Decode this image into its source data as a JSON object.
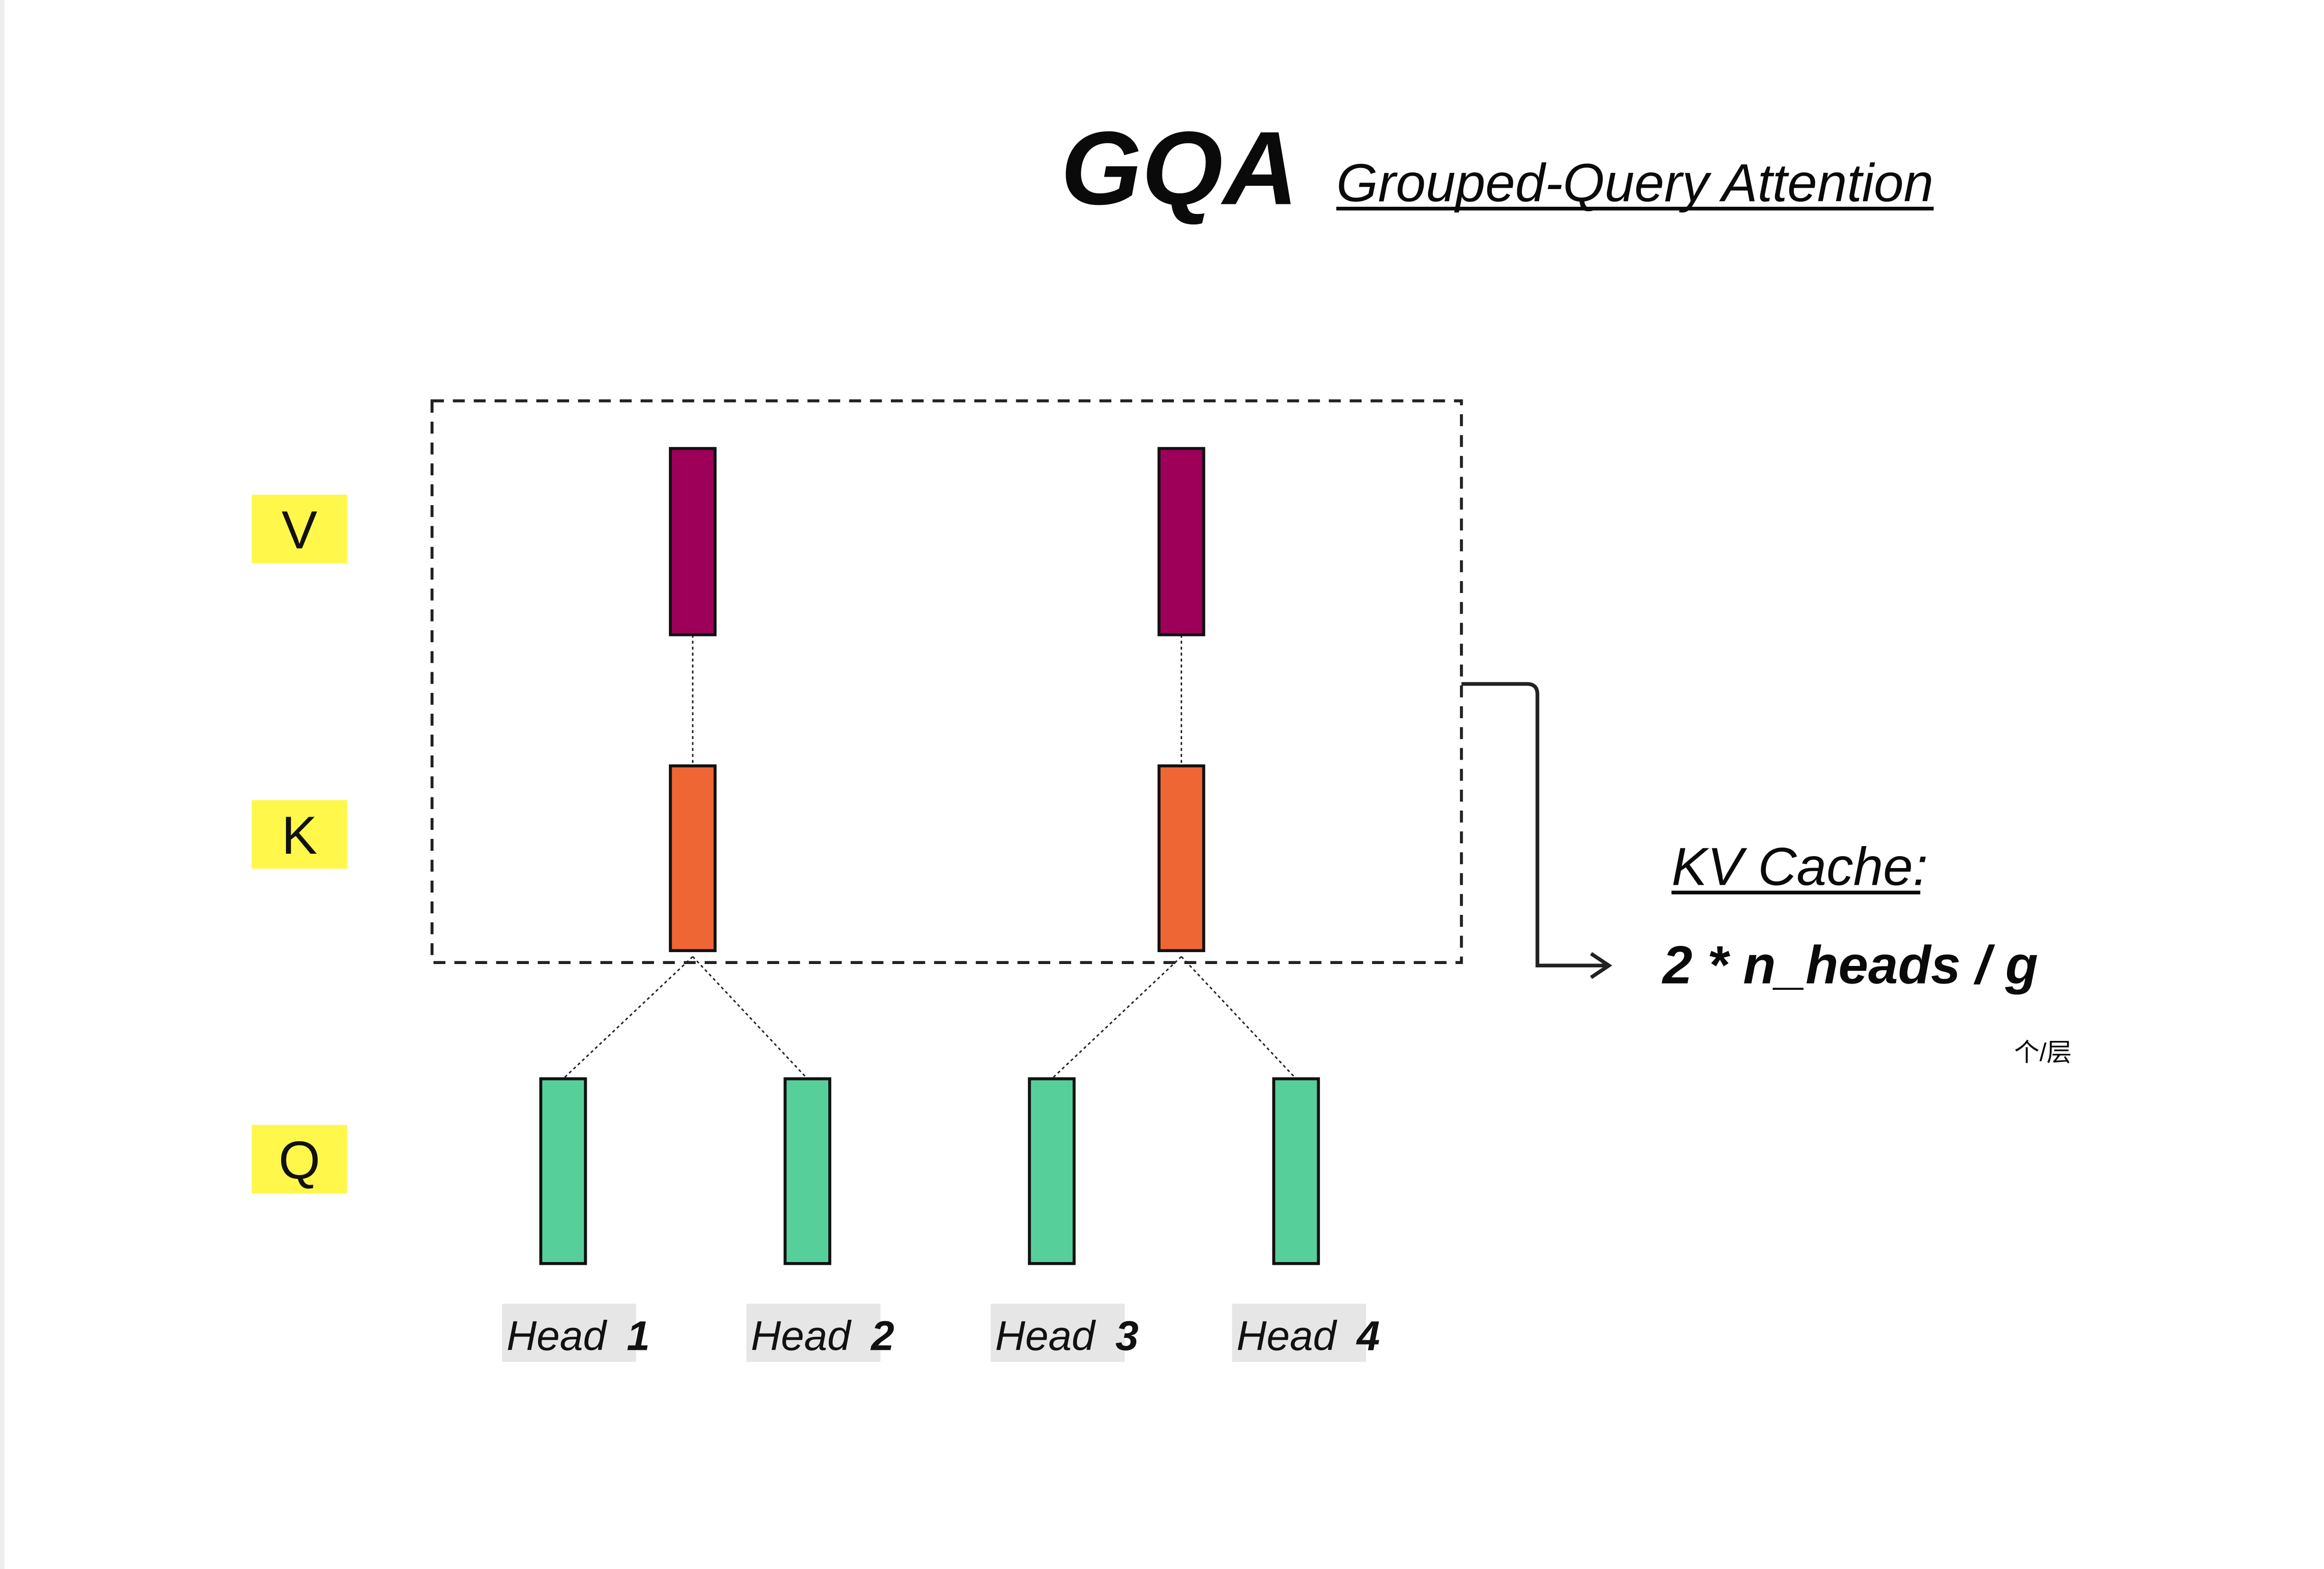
{
  "title": {
    "main": "GQA",
    "subtitle": "Grouped-Query Attention"
  },
  "rows": {
    "v": "V",
    "k": "K",
    "q": "Q"
  },
  "heads": [
    {
      "prefix": "Head ",
      "num": "1"
    },
    {
      "prefix": "Head ",
      "num": "2"
    },
    {
      "prefix": "Head ",
      "num": "3"
    },
    {
      "prefix": "Head ",
      "num": "4"
    }
  ],
  "kv_cache": {
    "label": "KV Cache:",
    "formula": "2 * n_heads / g",
    "unit": "个/层"
  },
  "colors": {
    "v": "#9e0059",
    "k": "#ee6633",
    "q": "#57cf9a",
    "row_label_bg": "#fff84a",
    "head_label_bg": "#e6e6e6"
  }
}
